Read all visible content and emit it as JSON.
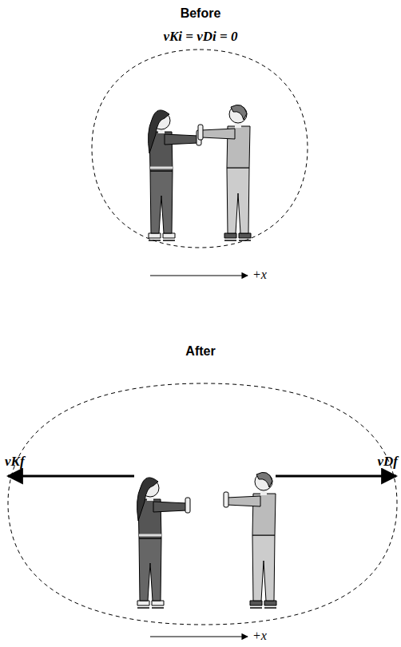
{
  "diagram": {
    "labels": [
      "Before",
      "vKi = vDi = 0",
      "+x",
      "After",
      "vKf",
      "vDf",
      "+x"
    ]
  }
}
